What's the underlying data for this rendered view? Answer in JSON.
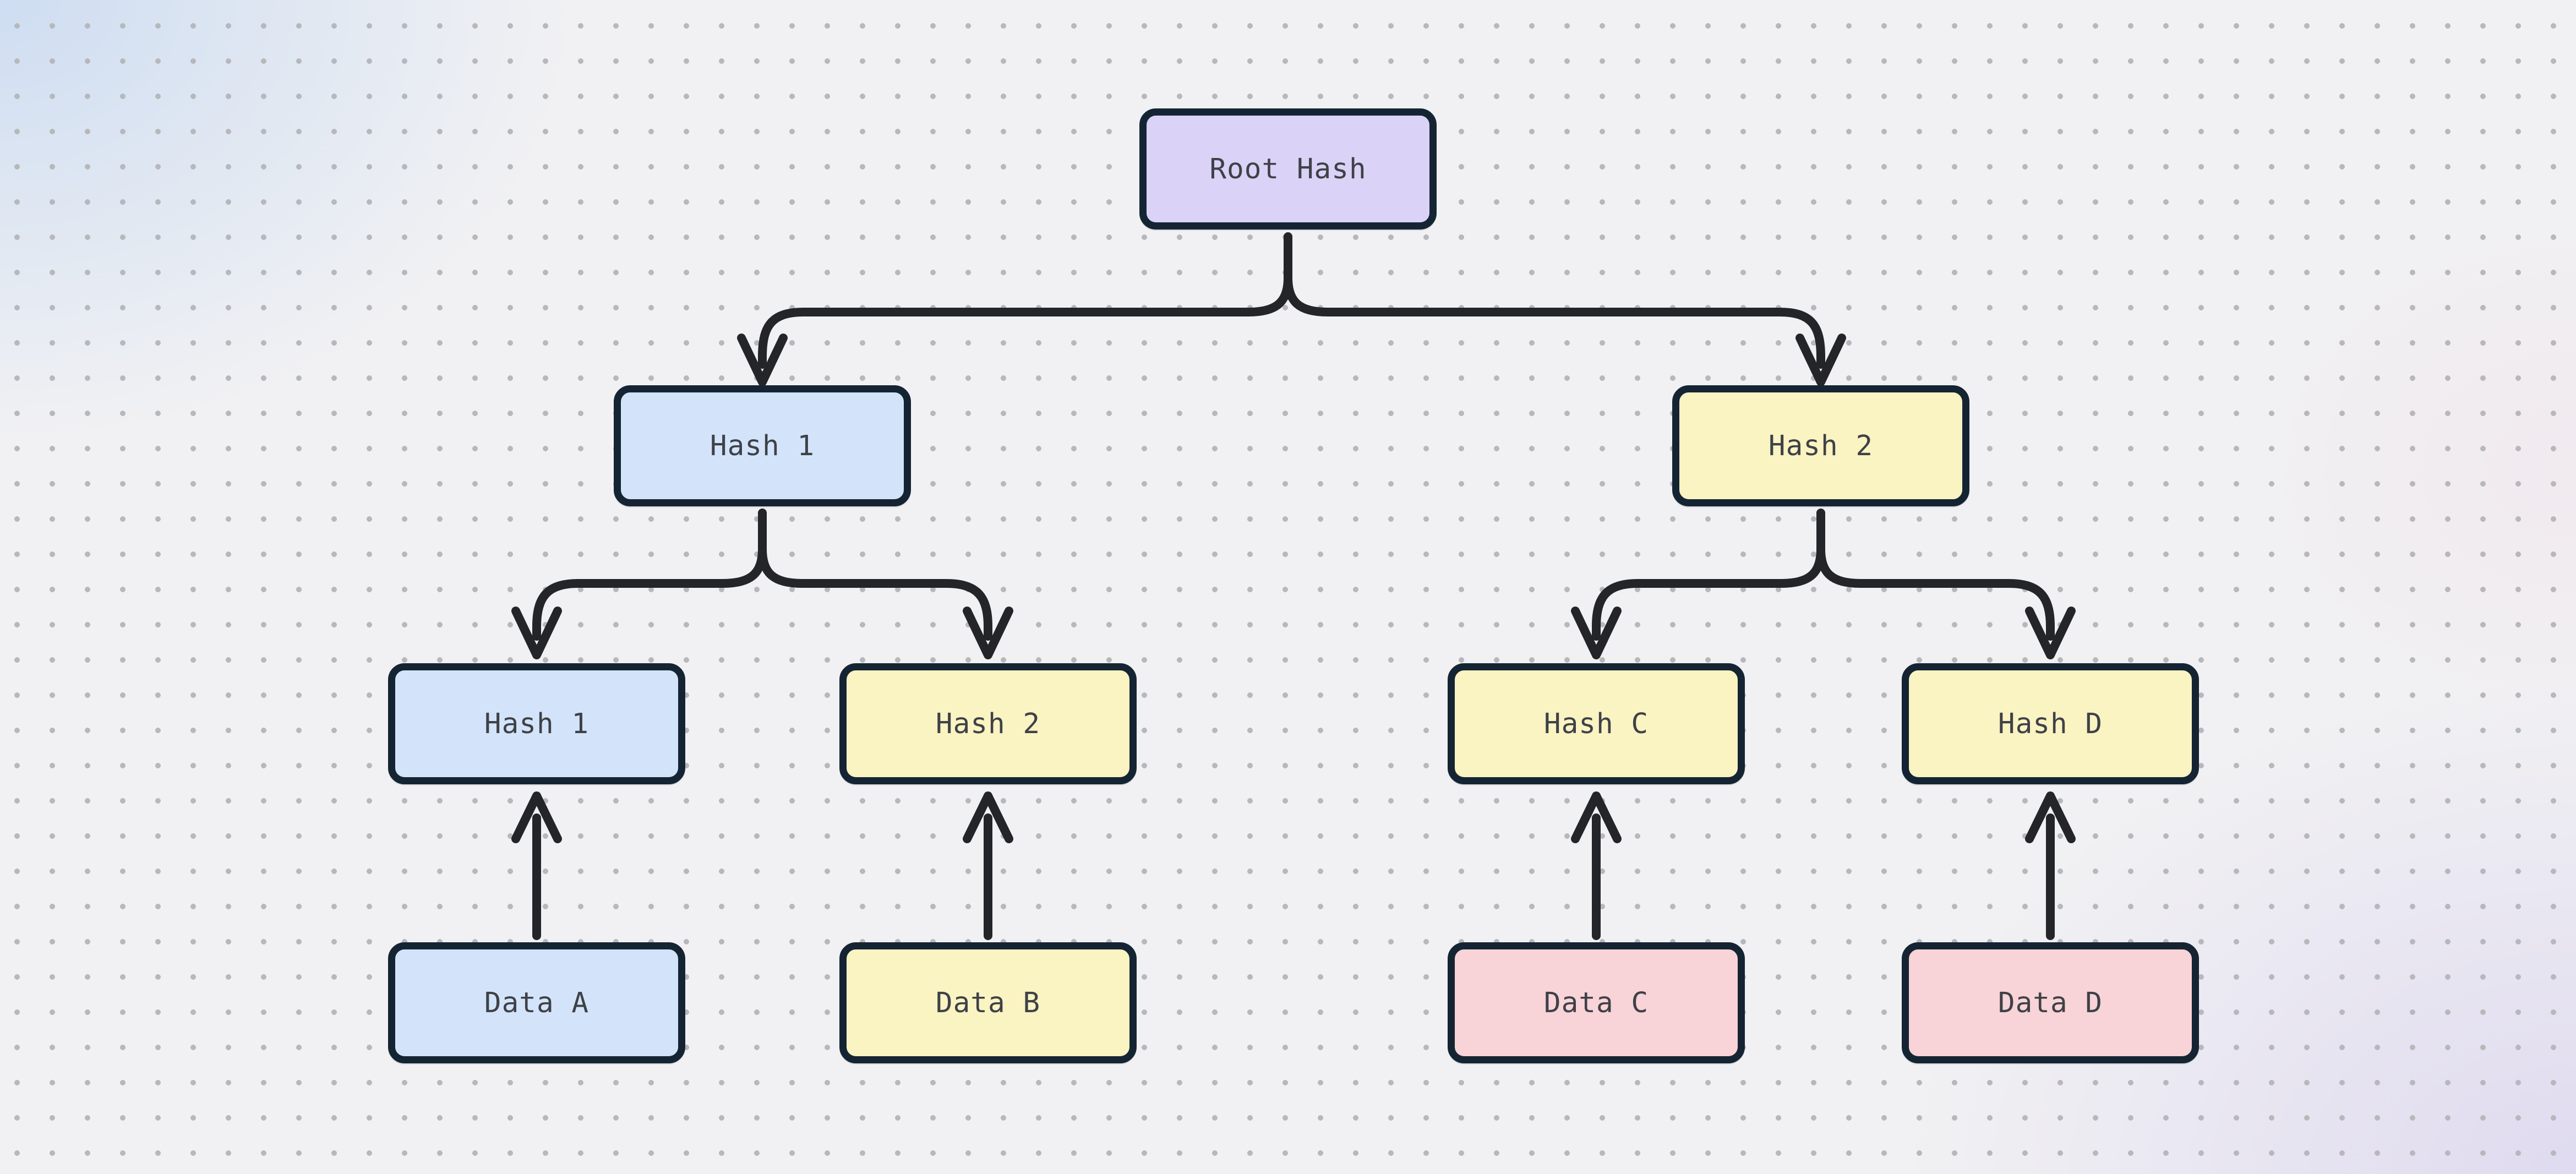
{
  "diagram": {
    "kind": "merkle-tree",
    "nodes": {
      "root": {
        "label": "Root Hash",
        "fill": "#dbd2f7",
        "level": "root"
      },
      "l2a": {
        "label": "Hash 1",
        "fill": "#d3e4fa",
        "level": "2"
      },
      "l2b": {
        "label": "Hash 2",
        "fill": "#faf3c2",
        "level": "2"
      },
      "l3a": {
        "label": "Hash 1",
        "fill": "#d3e4fa",
        "level": "3"
      },
      "l3b": {
        "label": "Hash 2",
        "fill": "#faf3c2",
        "level": "3"
      },
      "l3c": {
        "label": "Hash C",
        "fill": "#faf3c2",
        "level": "3"
      },
      "l3d": {
        "label": "Hash D",
        "fill": "#faf3c2",
        "level": "3"
      },
      "da": {
        "label": "Data A",
        "fill": "#d3e4fa",
        "level": "data"
      },
      "db": {
        "label": "Data B",
        "fill": "#faf3c2",
        "level": "data"
      },
      "dc": {
        "label": "Data C",
        "fill": "#f8d3d7",
        "level": "data"
      },
      "dd": {
        "label": "Data D",
        "fill": "#f8d3d7",
        "level": "data"
      }
    },
    "edges": [
      {
        "from": "root",
        "to": "l2a",
        "direction": "down"
      },
      {
        "from": "root",
        "to": "l2b",
        "direction": "down"
      },
      {
        "from": "l2a",
        "to": "l3a",
        "direction": "down"
      },
      {
        "from": "l2a",
        "to": "l3b",
        "direction": "down"
      },
      {
        "from": "l2b",
        "to": "l3c",
        "direction": "down"
      },
      {
        "from": "l2b",
        "to": "l3d",
        "direction": "down"
      },
      {
        "from": "da",
        "to": "l3a",
        "direction": "up"
      },
      {
        "from": "db",
        "to": "l3b",
        "direction": "up"
      },
      {
        "from": "dc",
        "to": "l3c",
        "direction": "up"
      },
      {
        "from": "dd",
        "to": "l3d",
        "direction": "up"
      }
    ]
  },
  "colors": {
    "bg": "#f1f1f3",
    "dot": "#b7b8bb",
    "border": "#152433",
    "line": "#232528",
    "text": "#3e4147"
  }
}
